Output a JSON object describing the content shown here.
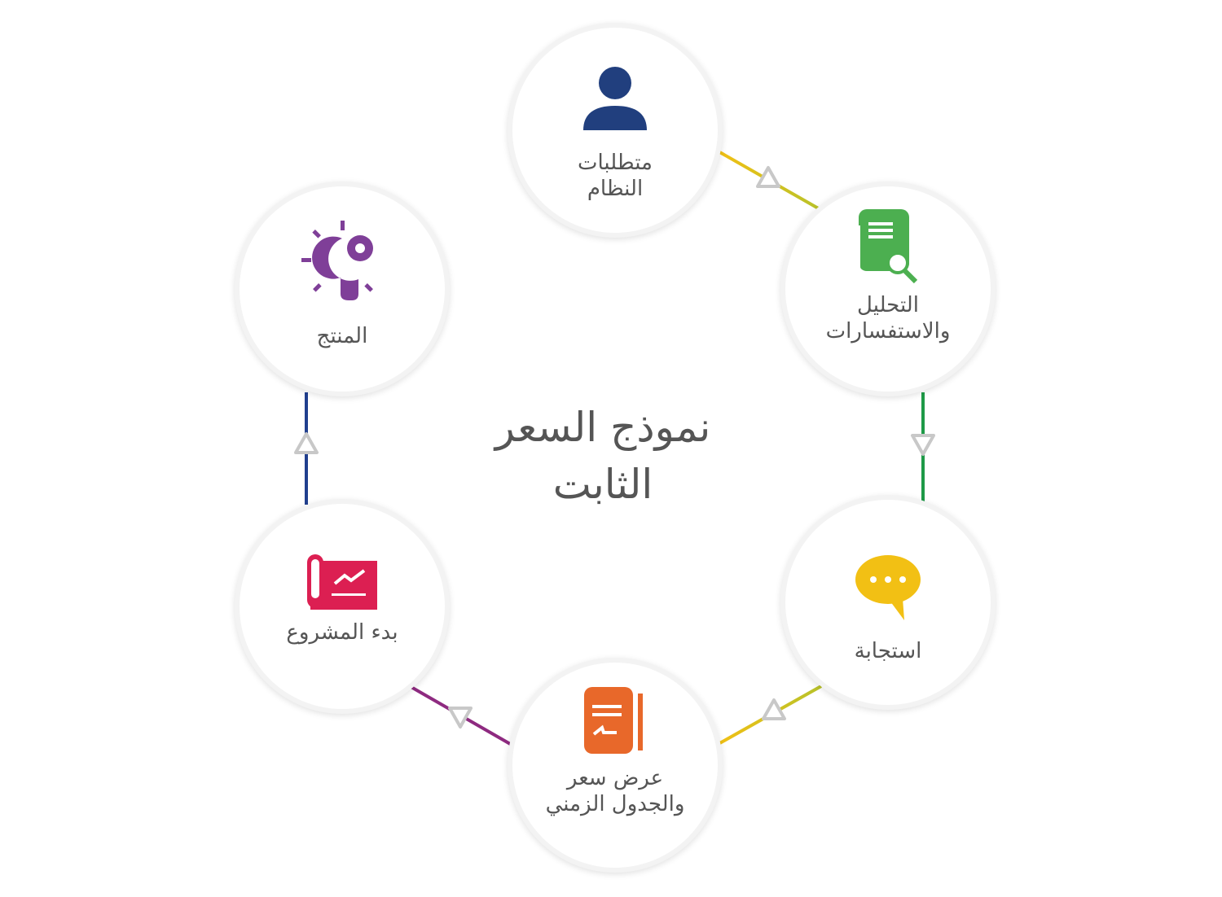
{
  "title": {
    "line1": "نموذج السعر",
    "line2": "الثابت"
  },
  "nodes": [
    {
      "id": "requirements",
      "label1": "متطلبات",
      "label2": "النظام",
      "icon": "person-icon",
      "color": "#213f7e"
    },
    {
      "id": "analysis",
      "label1": "التحليل",
      "label2": "والاستفسارات",
      "icon": "document-search-icon",
      "color": "#4caf50"
    },
    {
      "id": "response",
      "label1": "استجابة",
      "icon": "speech-bubble-icon",
      "color": "#f2c014"
    },
    {
      "id": "quote",
      "label1": "عرض سعر",
      "label2": "والجدول الزمني",
      "icon": "document-pen-icon",
      "color": "#e8682a"
    },
    {
      "id": "start",
      "label1": "بدء المشروع",
      "icon": "chart-banner-icon",
      "color": "#dc1f52"
    },
    {
      "id": "product",
      "label1": "المنتج",
      "icon": "lightbulb-gear-icon",
      "color": "#7f3f98"
    }
  ],
  "connector_colors": [
    "#f2c014",
    "#1e9a47",
    "#d9c514",
    "#8e2a80",
    "#213f8e"
  ]
}
